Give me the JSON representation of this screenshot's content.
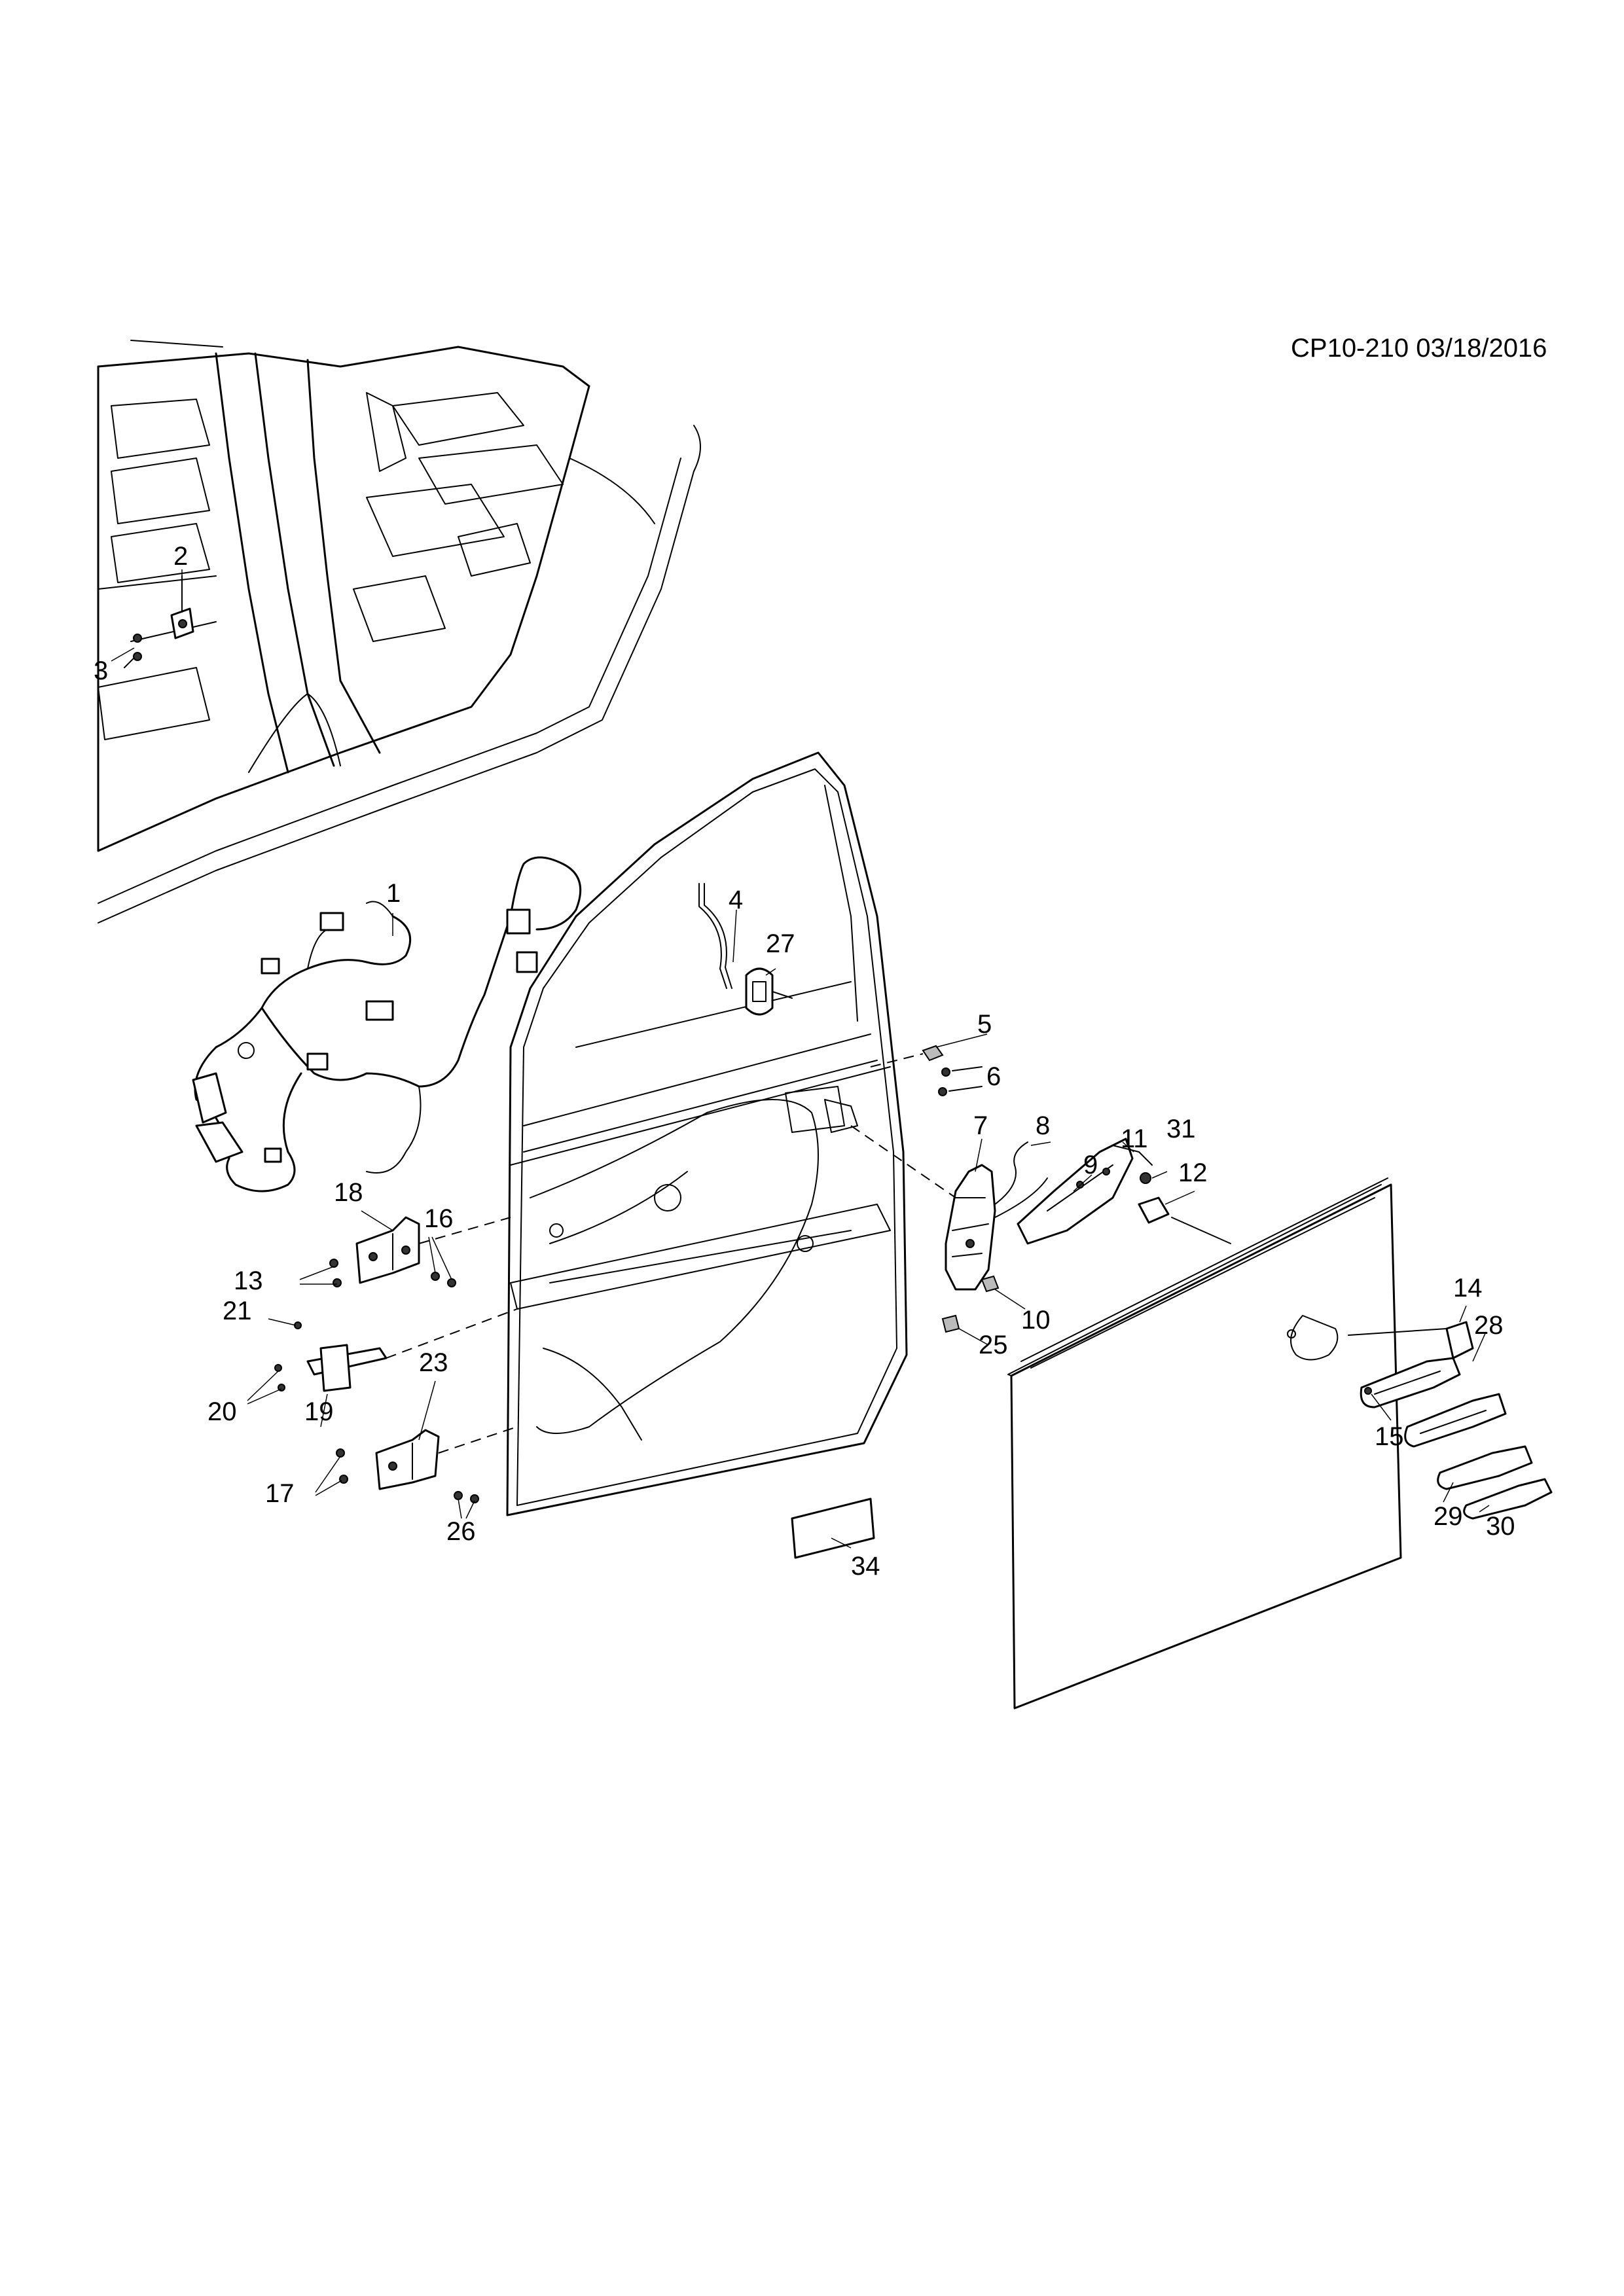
{
  "drawing_code": "CP10-210 03/18/2016",
  "callouts": [
    {
      "id": "1"
    },
    {
      "id": "2"
    },
    {
      "id": "3"
    },
    {
      "id": "4"
    },
    {
      "id": "5"
    },
    {
      "id": "6"
    },
    {
      "id": "7"
    },
    {
      "id": "8"
    },
    {
      "id": "9"
    },
    {
      "id": "10"
    },
    {
      "id": "11"
    },
    {
      "id": "12"
    },
    {
      "id": "13"
    },
    {
      "id": "14"
    },
    {
      "id": "15"
    },
    {
      "id": "16"
    },
    {
      "id": "17"
    },
    {
      "id": "18"
    },
    {
      "id": "19"
    },
    {
      "id": "20"
    },
    {
      "id": "21"
    },
    {
      "id": "23"
    },
    {
      "id": "25"
    },
    {
      "id": "26"
    },
    {
      "id": "27"
    },
    {
      "id": "28"
    },
    {
      "id": "29"
    },
    {
      "id": "30"
    },
    {
      "id": "31"
    },
    {
      "id": "34"
    }
  ]
}
